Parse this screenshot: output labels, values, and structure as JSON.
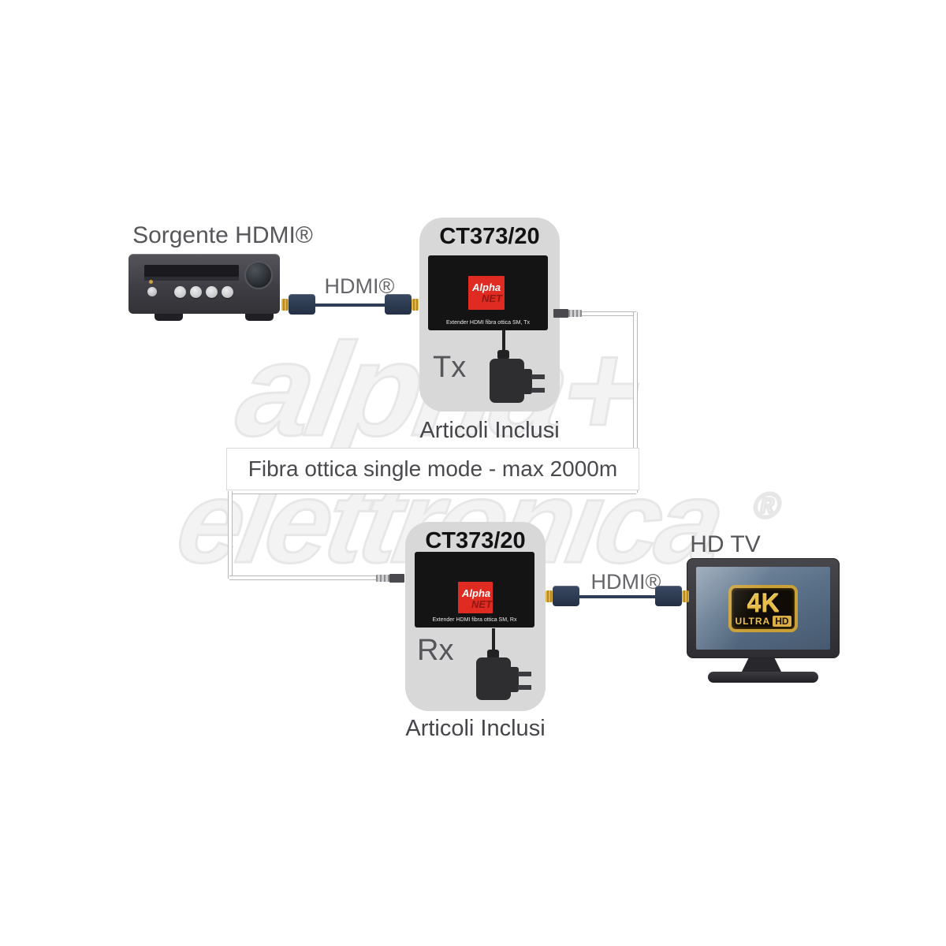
{
  "watermark": {
    "line1": "alpha+",
    "line2": "elettronica",
    "reg": "®"
  },
  "source": {
    "title": "Sorgente HDMI®"
  },
  "hdmi1": {
    "label": "HDMI®"
  },
  "tx": {
    "model": "CT373/20",
    "unit": "Tx",
    "logo_top": "Alpha",
    "logo_bottom": "NET",
    "caption": "Extender HDMI fibra ottica SM, Tx",
    "included": "Articoli Inclusi"
  },
  "fiber": {
    "label": "Fibra ottica single mode - max 2000m"
  },
  "rx": {
    "model": "CT373/20",
    "unit": "Rx",
    "logo_top": "Alpha",
    "logo_bottom": "NET",
    "caption": "Extender HDMI fibra ottica SM, Rx",
    "included": "Articoli Inclusi"
  },
  "hdmi2": {
    "label": "HDMI®"
  },
  "tv": {
    "title": "HD TV",
    "badge_4k": "4K",
    "badge_ultra": "ULTRA",
    "badge_hd": "HD"
  },
  "colors": {
    "accent_red": "#df2b21",
    "gold": "#d4a73f",
    "card_gray": "#d8d8d9",
    "screen_blue": "#5a7189"
  }
}
